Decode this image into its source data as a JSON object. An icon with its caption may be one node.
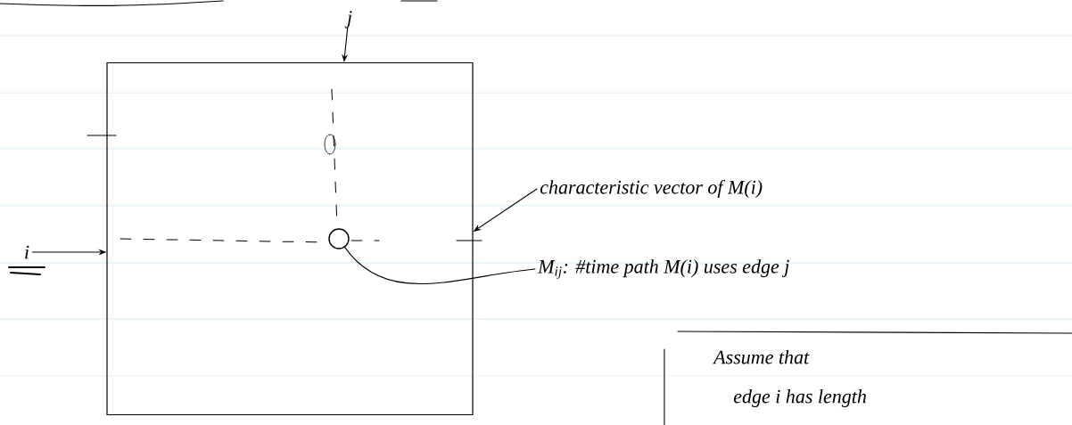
{
  "diagram": {
    "nodes": [
      {
        "text": [],
        "shape": "box"
      },
      {
        "text": [
          "j"
        ]
      },
      {
        "text": [
          "i"
        ]
      },
      {
        "text": [],
        "shape": "circle",
        "in": 0
      },
      {
        "text": [
          "characteristic vector of M(i)"
        ]
      },
      {
        "text": [
          "M$_{ij}$: #time path M(i) uses edge j"
        ]
      },
      {
        "text": [
          "Assume that",
          "edge i has length"
        ]
      }
    ],
    "edges": [
      {
        "from": 1,
        "to": 0,
        "arrow": "to"
      },
      {
        "from": 2,
        "to": 0,
        "arrow": "to"
      },
      {
        "from": 4,
        "to": 0,
        "arrow": "to"
      },
      {
        "from": 5,
        "to": 3,
        "arrow": "none"
      }
    ]
  }
}
